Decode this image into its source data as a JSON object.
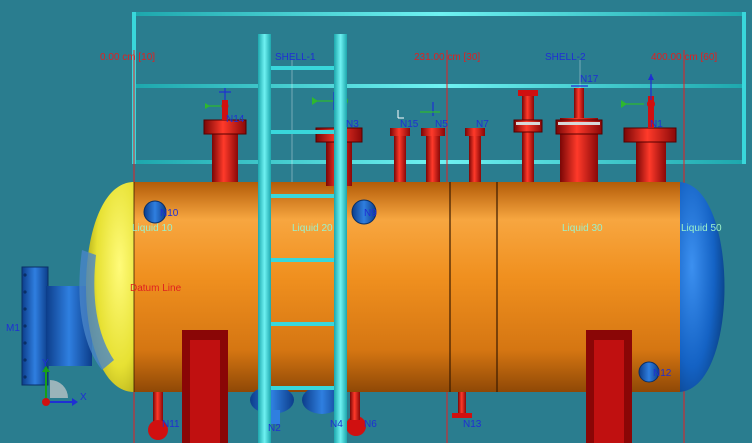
{
  "colors": {
    "background": "#2a7d8f",
    "shell": "#ee8c1e",
    "head_left": "#e8e43a",
    "head_right": "#1c6fd0",
    "nozzle": "#d01010",
    "ladder": "#39d7db",
    "ref_line": "#e82020",
    "label_blue": "#1f2fd4",
    "label_red": "#e02020",
    "label_liquid": "#9cf0c8"
  },
  "dimensions": [
    {
      "id": "d0",
      "text": "0.00 cm  [10]"
    },
    {
      "id": "d1",
      "text": "231.00 cm  [30]"
    },
    {
      "id": "d2",
      "text": "400.00 cm  [60]"
    }
  ],
  "shells": [
    {
      "id": "s1",
      "text": "SHELL-1"
    },
    {
      "id": "s2",
      "text": "SHELL-2"
    }
  ],
  "liquids": [
    {
      "id": "l10",
      "text": "Liquid 10"
    },
    {
      "id": "l20",
      "text": "Liquid 20"
    },
    {
      "id": "l30",
      "text": "Liquid 30"
    },
    {
      "id": "l50",
      "text": "Liquid 50"
    }
  ],
  "datum_line": "Datum Line",
  "nozzles": {
    "N14": "N14",
    "N3": "N3",
    "N15": "N15",
    "N5": "N5",
    "N7": "N7",
    "N17": "N17",
    "N1": "N1",
    "N10": "N10",
    "N9": "N9",
    "N12": "N12",
    "M1": "M1",
    "N11": "N11",
    "N2": "N2",
    "N13": "N13",
    "N4": "N4",
    "N6": "N6"
  },
  "axes": {
    "x": "X",
    "y": "Y"
  }
}
